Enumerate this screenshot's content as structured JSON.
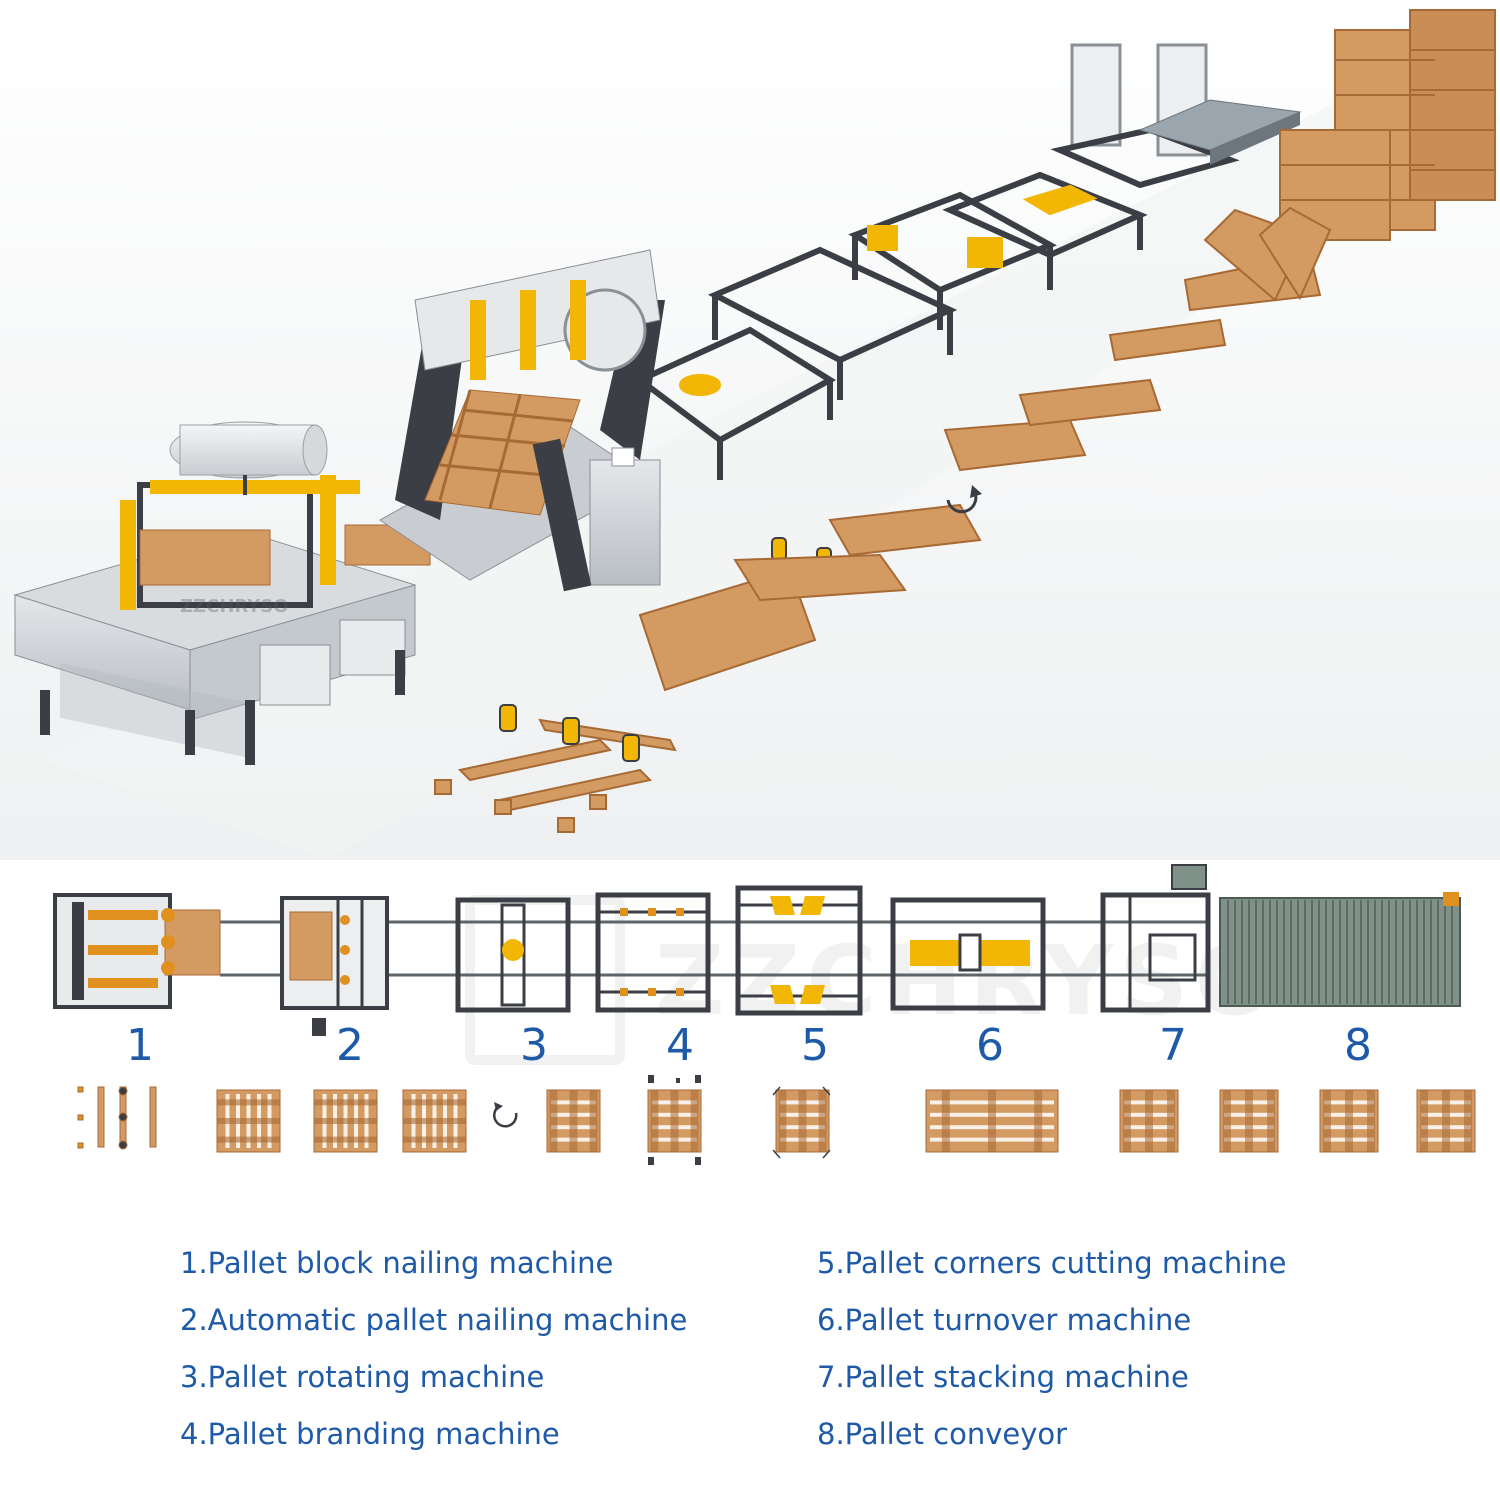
{
  "brand": "ZZCHRYSO",
  "colors": {
    "wood": "#d39a62",
    "wood_dark": "#a86a35",
    "frame": "#3b3f45",
    "yellow": "#f2b705",
    "machine_body": "#cfd3d6",
    "accent_blue": "#1f5aa8",
    "conveyor": "#7f9188"
  },
  "steps": [
    {
      "number": "1",
      "label": "1.Pallet block nailing machine"
    },
    {
      "number": "2",
      "label": "2.Automatic pallet nailing machine"
    },
    {
      "number": "3",
      "label": "3.Pallet rotating machine"
    },
    {
      "number": "4",
      "label": "4.Pallet branding machine"
    },
    {
      "number": "5",
      "label": "5.Pallet corners cutting machine"
    },
    {
      "number": "6",
      "label": "6.Pallet turnover machine"
    },
    {
      "number": "7",
      "label": "7.Pallet stacking machine"
    },
    {
      "number": "8",
      "label": "8.Pallet conveyor"
    }
  ],
  "icons": {
    "rotate": "rotate-arrow-icon",
    "nail_gun": "nail-gun-icon"
  }
}
